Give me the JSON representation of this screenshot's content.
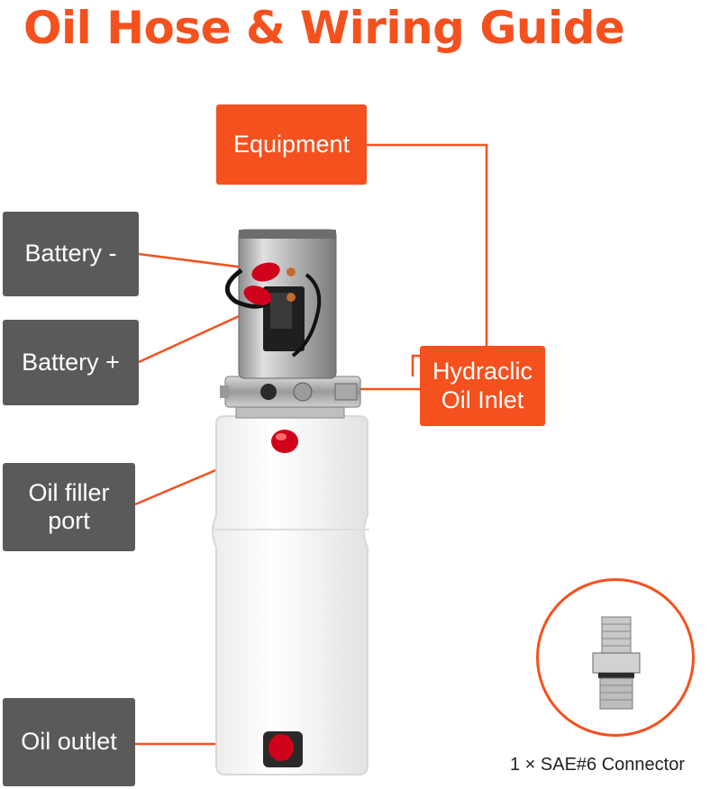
{
  "title": "Oil Hose & Wiring Guide",
  "colors": {
    "accent": "#f4511e",
    "label_gray": "#5a5a5a"
  },
  "labels": {
    "equipment": "Equipment",
    "battery_minus": "Battery -",
    "battery_plus": "Battery +",
    "hydraulic_inlet": "Hydraclic\nOil Inlet",
    "oil_filler": "Oil filler\nport",
    "oil_outlet": "Oil outlet"
  },
  "connector": {
    "caption": "1 × SAE#6 Connector"
  }
}
